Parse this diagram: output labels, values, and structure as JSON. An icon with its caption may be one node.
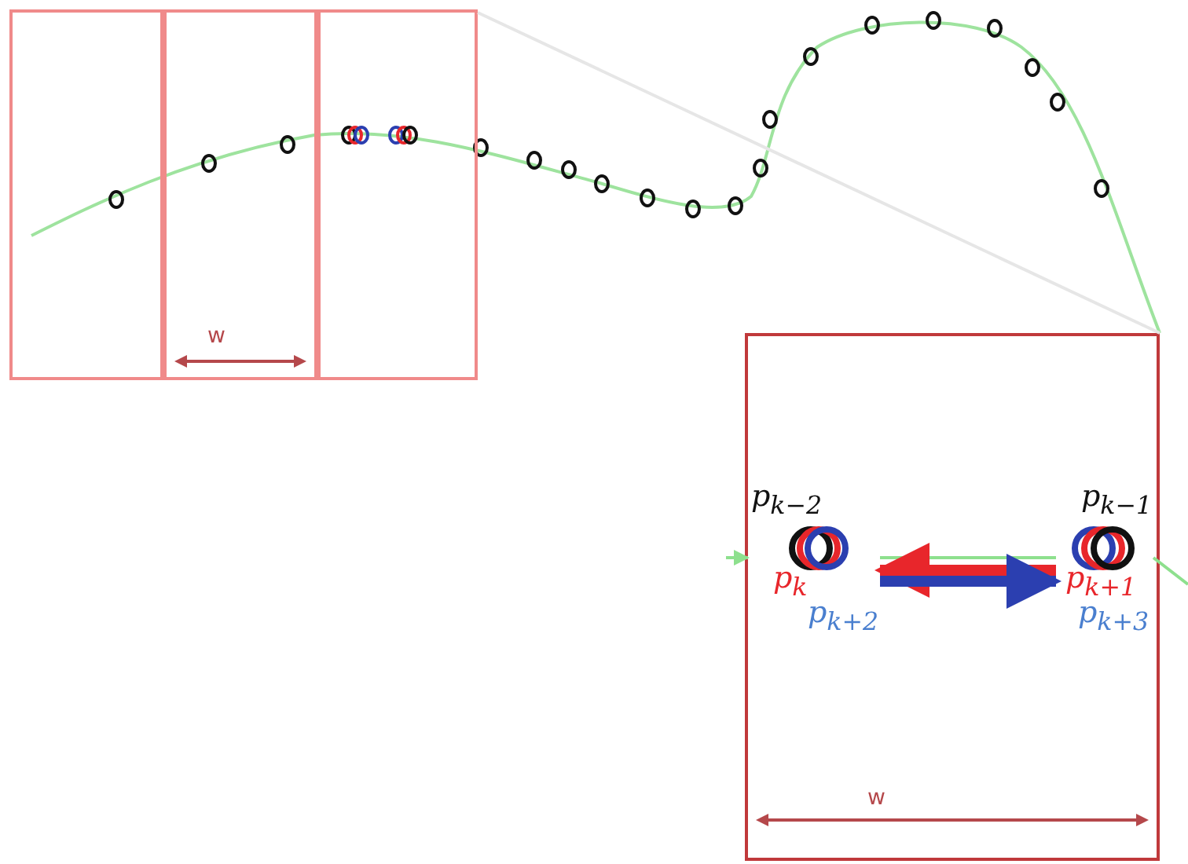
{
  "diagram": {
    "nodes": [
      {
        "text": [],
        "shape": "box"
      },
      {
        "text": [],
        "shape": "box"
      },
      {
        "text": [],
        "shape": "box"
      },
      {
        "text": [],
        "shape": "box"
      },
      {
        "text": [
          "p$_{k−2}$",
          "p$_{k}$",
          "p$_{k+2}$"
        ],
        "in": 3
      },
      {
        "text": [
          "p$_{k−1}$",
          "p$_{k+1}$",
          "p$_{k+3}$"
        ],
        "in": 3
      }
    ],
    "edges": [
      {
        "from": null,
        "to": 4,
        "arrow": "to"
      },
      {
        "from": 4,
        "to": 5,
        "arrow": "none"
      },
      {
        "from": 5,
        "to": null,
        "arrow": "none"
      },
      {
        "from": 5,
        "to": 4,
        "arrow": "to",
        "style": "thick",
        "color": "#e8262b"
      },
      {
        "from": 4,
        "to": 5,
        "arrow": "to",
        "style": "thick",
        "color": "#2b3fb0"
      },
      {
        "from": 2,
        "to": 3,
        "arrow": "none",
        "color": "#e6e6e6"
      }
    ],
    "labels": [
      "w",
      "w"
    ]
  }
}
